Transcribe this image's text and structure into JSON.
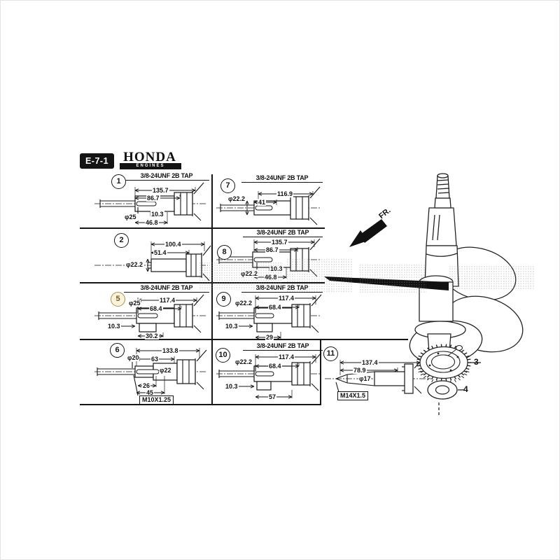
{
  "header": {
    "code": "E-7-1",
    "brand": "HONDA",
    "brand_sub": "ENGINES"
  },
  "fr_label": "FR.",
  "callouts": {
    "part3": "3",
    "part4": "4"
  },
  "highlight": {
    "selected_panel": "5",
    "badge_border": "#a8924e",
    "badge_fill": "#fbf4da",
    "badge_text": "#6b5a20"
  },
  "panels": {
    "p1": {
      "num": "1",
      "tap": "3/8-24UNF 2B TAP",
      "total": "135.7",
      "mid": "86.7",
      "small": "10.3",
      "dia": "φ25",
      "base": "46.8"
    },
    "p7": {
      "num": "7",
      "tap": "3/8-24UNF 2B TAP",
      "total": "116.9",
      "dia": "φ22.2",
      "mid": "41"
    },
    "p2": {
      "num": "2",
      "total": "100.4",
      "mid": "51.4",
      "dia": "φ22.2"
    },
    "p8": {
      "num": "8",
      "tap": "3/8-24UNF 2B TAP",
      "total": "135.7",
      "mid": "86.7",
      "small": "10.3",
      "dia": "φ22.2",
      "base": "46.8"
    },
    "p5": {
      "num": "5",
      "tap": "3/8-24UNF 2B TAP",
      "total": "117.4",
      "dia": "φ25",
      "mid": "68.4",
      "small": "10.3",
      "base": "30.2"
    },
    "p9": {
      "num": "9",
      "tap": "3/8-24UNF 2B TAP",
      "total": "117.4",
      "dia": "φ22.2",
      "mid": "68.4",
      "small": "10.3",
      "base": "29"
    },
    "p6": {
      "num": "6",
      "total": "133.8",
      "dia": "φ20",
      "mid": "63",
      "dia2": "φ22",
      "key": "26",
      "base": "45",
      "thread": "M10X1.25"
    },
    "p10": {
      "num": "10",
      "tap": "3/8-24UNF 2B TAP",
      "total": "117.4",
      "dia": "φ22.2",
      "mid": "68.4",
      "small": "10.3",
      "base": "57"
    },
    "p11": {
      "num": "11",
      "total": "137.4",
      "mid": "78.9",
      "dia": "φ17",
      "thread": "M14X1.5"
    }
  }
}
